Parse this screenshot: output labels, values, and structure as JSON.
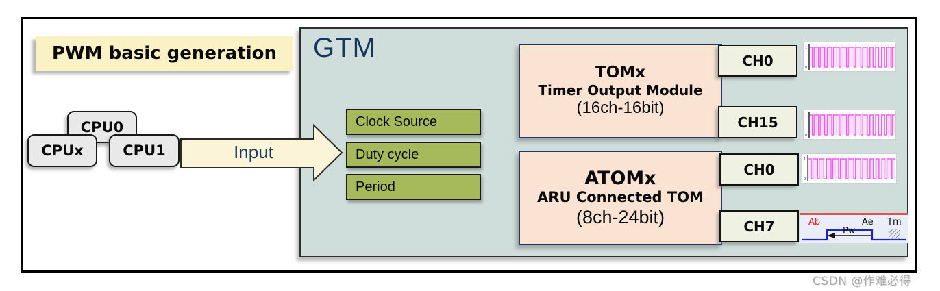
{
  "title": "PWM basic generation",
  "cpus": {
    "cpu0": "CPU0",
    "cpux": "CPUx",
    "cpu1": "CPU1"
  },
  "input_arrow": {
    "label": "Input"
  },
  "gtm": {
    "label": "GTM",
    "params": [
      "Clock Source",
      "Duty cycle",
      "Period"
    ],
    "modules": [
      {
        "name": "TOMx",
        "subtitle": "Timer Output Module",
        "spec": "(16ch-16bit)",
        "channels": [
          "CH0",
          "CH15"
        ]
      },
      {
        "name": "ATOMx",
        "subtitle": "ARU Connected TOM",
        "spec": "(8ch-24bit)",
        "channels": [
          "CH0",
          "CH7"
        ]
      }
    ]
  },
  "waveform": {
    "axis_high": "1",
    "axis_low": "0",
    "stroke": "#ee5fee",
    "fill": "rgba(246,160,246,0.30)",
    "segments": [
      [
        1,
        4
      ],
      [
        0,
        2.5
      ],
      [
        1,
        7
      ],
      [
        0,
        2.5
      ],
      [
        1,
        7
      ],
      [
        0,
        4
      ],
      [
        1,
        7
      ],
      [
        0,
        2.5
      ],
      [
        1,
        9
      ],
      [
        0,
        2.5
      ],
      [
        1,
        9
      ],
      [
        0,
        2.5
      ],
      [
        1,
        9
      ],
      [
        0,
        2.5
      ],
      [
        1,
        8
      ],
      [
        0,
        3
      ],
      [
        1,
        7
      ],
      [
        0,
        4
      ],
      [
        1,
        5
      ],
      [
        0,
        4
      ],
      [
        1,
        4.5
      ],
      [
        0,
        4.5
      ],
      [
        1,
        4.5
      ],
      [
        0,
        3
      ],
      [
        1,
        7
      ],
      [
        0,
        2
      ],
      [
        1,
        4
      ]
    ]
  },
  "timing_diagram": {
    "ab": "Ab",
    "ae": "Ae",
    "tm": "Tm",
    "pw": "Pw"
  },
  "watermark": "CSDN @作难必得",
  "colors": {
    "accent_navy": "#17365d",
    "module_peach": "#fbe3d4",
    "param_green": "#a6ba5b",
    "gtm_teal": "#cfdeda",
    "wave_magenta": "#ee5fee",
    "timing_red": "#e01b24",
    "timing_blue": "#2222cc"
  }
}
